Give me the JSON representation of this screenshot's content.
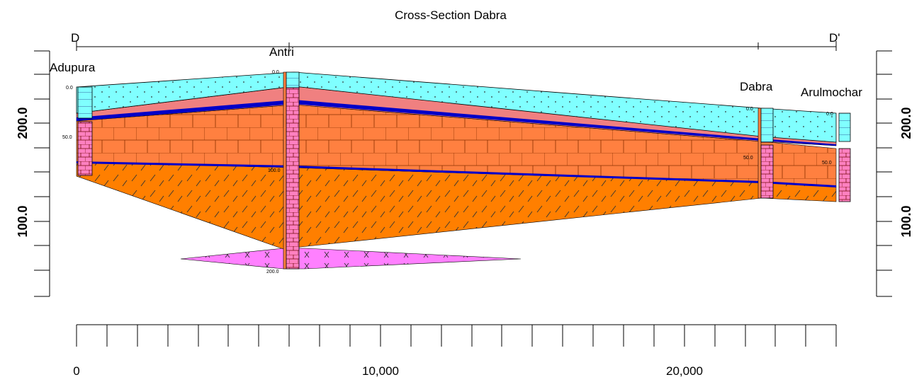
{
  "title": "Cross-Section Dabra",
  "section_ends": {
    "start": "D",
    "end": "D'"
  },
  "wells": [
    {
      "name": "Adupura",
      "depth_labels": [
        "0.0",
        "50.0"
      ]
    },
    {
      "name": "Antri",
      "depth_labels": [
        "0.0",
        "100.0",
        "200.0"
      ]
    },
    {
      "name": "Dabra",
      "depth_labels": [
        "0.0",
        "50.0"
      ]
    },
    {
      "name": "Arulmochar",
      "depth_labels": [
        "0.0",
        "50.0"
      ]
    }
  ],
  "elevation_axis": {
    "labels": [
      "200.0",
      "100.0"
    ]
  },
  "distance_axis": {
    "labels": [
      "0",
      "10,000",
      "20,000"
    ]
  },
  "colors": {
    "alluvium": "#80FFFF",
    "clay": "#F08080",
    "aquifer_line": "#0000C8",
    "sandstone": "#FF8040",
    "weathered_rock": "#FF7F00",
    "basement": "#FF80FF",
    "well_column": "#FF80C0"
  }
}
